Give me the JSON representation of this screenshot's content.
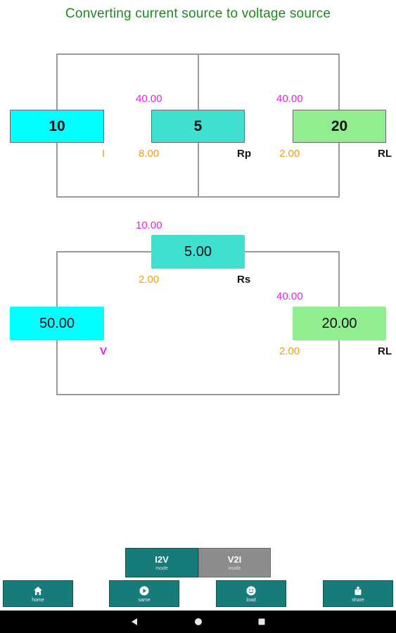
{
  "title": "Converting current source to voltage source",
  "circuit_current": {
    "current_input": "10",
    "rp_input": "5",
    "rl_input": "20",
    "rp_voltage": "40.00",
    "rl_voltage": "40.00",
    "i_label": "I",
    "rp_current": "8.00",
    "rp_label": "Rp",
    "rl_current": "2.00",
    "rl_label": "RL"
  },
  "circuit_voltage": {
    "rs_voltage": "10.00",
    "rs_value": "5.00",
    "rs_current": "2.00",
    "rs_label": "Rs",
    "v_value": "50.00",
    "v_label": "V",
    "rl_voltage": "40.00",
    "rl_value": "20.00",
    "rl_current": "2.00",
    "rl_label": "RL"
  },
  "mode_toggle": {
    "i2v_label": "I2V",
    "i2v_sub": "mode",
    "v2i_label": "V2I",
    "v2i_sub": "mode",
    "selected": "I2V"
  },
  "bottom_nav": [
    {
      "label": "home",
      "icon": "home-icon"
    },
    {
      "label": "same",
      "icon": "play-circle-icon"
    },
    {
      "label": "load",
      "icon": "smiley-icon"
    },
    {
      "label": "share",
      "icon": "share-icon"
    }
  ],
  "colors": {
    "title": "#1b8a1b",
    "cyan": "#00ffff",
    "turquoise": "#40e0d0",
    "light_green": "#90ee90",
    "magenta": "#e81ee8",
    "orange": "#f39c12",
    "teal": "#177c79"
  }
}
